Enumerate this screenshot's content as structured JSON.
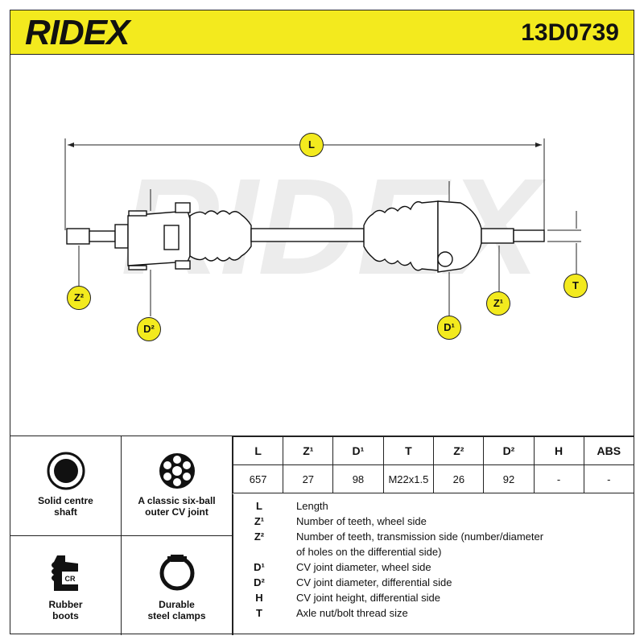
{
  "header": {
    "brand": "RIDEX",
    "part_number": "13D0739"
  },
  "diagram": {
    "watermark": "RIDEX",
    "labels": {
      "L": "L",
      "Z2": "Z²",
      "D2": "D²",
      "D1": "D¹",
      "Z1": "Z¹",
      "T": "T"
    }
  },
  "features": [
    {
      "label": "Solid centre\nshaft",
      "icon": "solid-shaft-icon"
    },
    {
      "label": "A classic six-ball\nouter CV joint",
      "icon": "six-ball-joint-icon"
    },
    {
      "label": "Rubber\nboots",
      "icon": "rubber-boot-icon",
      "badge": "CR"
    },
    {
      "label": "Durable\nsteel clamps",
      "icon": "steel-clamp-icon"
    }
  ],
  "spec_table": {
    "headers": [
      "L",
      "Z¹",
      "D¹",
      "T",
      "Z²",
      "D²",
      "H",
      "ABS"
    ],
    "values": [
      "657",
      "27",
      "98",
      "M22x1.5",
      "26",
      "92",
      "-",
      "-"
    ]
  },
  "legend": [
    {
      "key": "L",
      "text": "Length"
    },
    {
      "key": "Z¹",
      "text": "Number of teeth, wheel side"
    },
    {
      "key": "Z²",
      "text": "Number of teeth, transmission side (number/diameter"
    },
    {
      "key": "",
      "text": "of holes on the differential side)"
    },
    {
      "key": "D¹",
      "text": "CV joint diameter, wheel side"
    },
    {
      "key": "D²",
      "text": "CV joint diameter, differential side"
    },
    {
      "key": "H",
      "text": "CV joint height, differential side"
    },
    {
      "key": "T",
      "text": "Axle nut/bolt thread size"
    }
  ]
}
